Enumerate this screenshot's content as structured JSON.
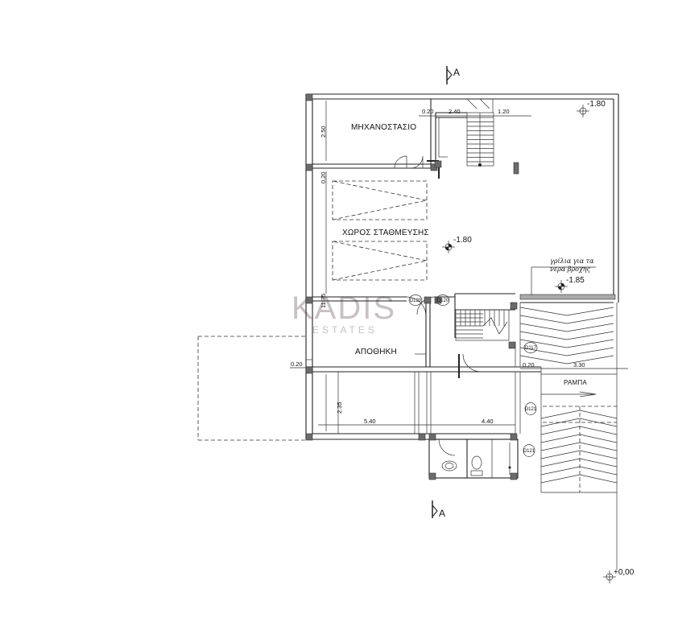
{
  "rooms": {
    "plant_room": "ΜΗΧΑΝΟΣΤΑΣΙΟ",
    "parking": "ΧΩΡΟΣ ΣΤΑΘΜΕΥΣΗΣ",
    "storage": "ΑΠΟΘΗΚΗ",
    "ramp": "ΡΑΜΠΑ"
  },
  "levels": {
    "top_right": "-1.80",
    "parking": "-1.80",
    "drain": "-1.85",
    "street": "+0,00"
  },
  "note_drain": [
    "γρίλια για τα",
    "νερα βροχης"
  ],
  "section_marks": {
    "top": "A",
    "bottom": "A"
  },
  "dimensions": {
    "d_020_top": "0.20",
    "d_240": "2.40",
    "d_120": "1.20",
    "d_250": "2.50",
    "d_020_vert": "0.20",
    "d_1175": "11.75",
    "d_020_left": "0.20",
    "d_235": "2.35",
    "d_540": "5.40",
    "d_440": "4.40",
    "d_020_right": "0.20",
    "d_330": "3.30"
  },
  "door_tags": [
    "D120",
    "D120",
    "D117",
    "D121",
    "D121"
  ],
  "watermark": {
    "brand": "KADIS",
    "sub": "ESTATES"
  }
}
